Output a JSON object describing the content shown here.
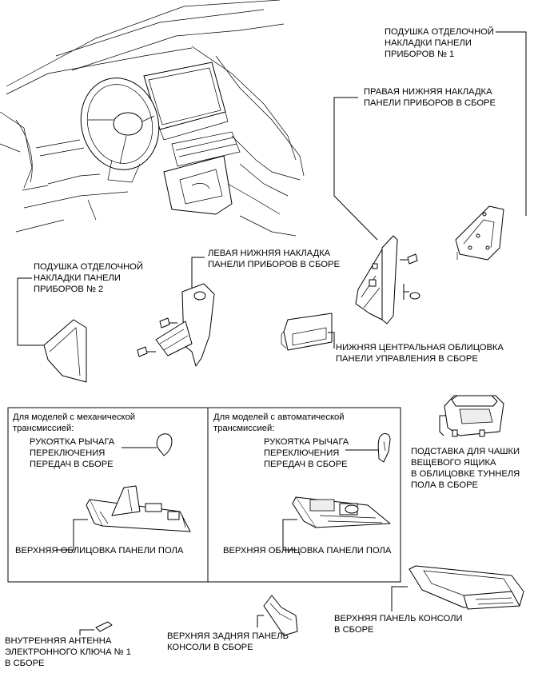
{
  "labels": {
    "cushion1": [
      "ПОДУШКА ОТДЕЛОЧНОЙ",
      "НАКЛАДКИ ПАНЕЛИ",
      "ПРИБОРОВ № 1"
    ],
    "right_lower": [
      "ПРАВАЯ НИЖНЯЯ НАКЛАДКА",
      "ПАНЕЛИ ПРИБОРОВ В СБОРЕ"
    ],
    "left_lower": [
      "ЛЕВАЯ НИЖНЯЯ НАКЛАДКА",
      "ПАНЕЛИ ПРИБОРОВ В СБОРЕ"
    ],
    "cushion2": [
      "ПОДУШКА ОТДЕЛОЧНОЙ",
      "НАКЛАДКИ ПАНЕЛИ",
      "ПРИБОРОВ № 2"
    ],
    "center_lower": [
      "НИЖНЯЯ ЦЕНТРАЛЬНАЯ ОБЛИЦОВКА",
      "ПАНЕЛИ УПРАВЛЕНИЯ В СБОРЕ"
    ],
    "manual_title": [
      "Для моделей с механической",
      "трансмиссией:"
    ],
    "manual_knob": [
      "РУКОЯТКА РЫЧАГА",
      "ПЕРЕКЛЮЧЕНИЯ",
      "ПЕРЕДАЧ В СБОРЕ"
    ],
    "manual_floor": [
      "ВЕРХНЯЯ ОБЛИЦОВКА ПАНЕЛИ ПОЛА"
    ],
    "auto_title": [
      "Для моделей с автоматической",
      "трансмиссией:"
    ],
    "auto_knob": [
      "РУКОЯТКА РЫЧАГА",
      "ПЕРЕКЛЮЧЕНИЯ",
      "ПЕРЕДАЧ В СБОРЕ"
    ],
    "auto_floor": [
      "ВЕРХНЯЯ ОБЛИЦОВКА ПАНЕЛИ ПОЛА"
    ],
    "cup_holder": [
      "ПОДСТАВКА ДЛЯ ЧАШКИ",
      "ВЕЩЕВОГО ЯЩИКА",
      "В ОБЛИЦОВКЕ ТУННЕЛЯ",
      "ПОЛА В СБОРЕ"
    ],
    "antenna": [
      "ВНУТРЕННЯЯ АНТЕННА",
      "ЭЛЕКТРОННОГО КЛЮЧА № 1",
      "В СБОРЕ"
    ],
    "rear_console": [
      "ВЕРХНЯЯ ЗАДНЯЯ ПАНЕЛЬ",
      "КОНСОЛИ В СБОРЕ"
    ],
    "console_panel": [
      "ВЕРХНЯЯ ПАНЕЛЬ КОНСОЛИ",
      "В СБОРЕ"
    ]
  }
}
